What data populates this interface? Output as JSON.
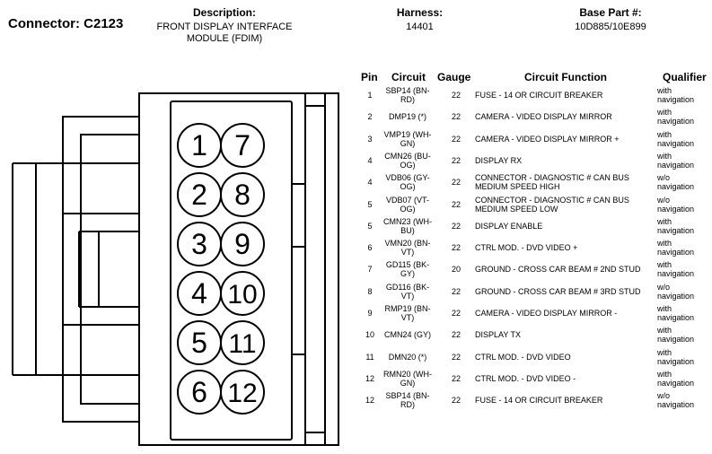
{
  "header": {
    "connector": "Connector: C2123",
    "description_label": "Description:",
    "description_value": "FRONT DISPLAY INTERFACE\nMODULE (FDIM)",
    "harness_label": "Harness:",
    "harness_value": "14401",
    "basepart_label": "Base Part #:",
    "basepart_value": "10D885/10E899"
  },
  "table": {
    "columns": {
      "pin": "Pin",
      "circuit": "Circuit",
      "gauge": "Gauge",
      "function": "Circuit Function",
      "qualifier": "Qualifier"
    },
    "rows": [
      {
        "pin": "1",
        "circuit": "SBP14 (BN-\nRD)",
        "gauge": "22",
        "function": "FUSE - 14 OR CIRCUIT BREAKER",
        "qualifier": "with\nnavigation"
      },
      {
        "pin": "2",
        "circuit": "DMP19 (*)",
        "gauge": "22",
        "function": "CAMERA - VIDEO DISPLAY MIRROR",
        "qualifier": "with\nnavigation"
      },
      {
        "pin": "3",
        "circuit": "VMP19 (WH-\nGN)",
        "gauge": "22",
        "function": "CAMERA - VIDEO DISPLAY MIRROR +",
        "qualifier": "with\nnavigation"
      },
      {
        "pin": "4",
        "circuit": "CMN26 (BU-\nOG)",
        "gauge": "22",
        "function": "DISPLAY RX",
        "qualifier": "with\nnavigation"
      },
      {
        "pin": "4",
        "circuit": "VDB06 (GY-\nOG)",
        "gauge": "22",
        "function": "CONNECTOR - DIAGNOSTIC # CAN BUS\nMEDIUM SPEED HIGH",
        "qualifier": "w/o\nnavigation"
      },
      {
        "pin": "5",
        "circuit": "VDB07 (VT-\nOG)",
        "gauge": "22",
        "function": "CONNECTOR - DIAGNOSTIC # CAN BUS\nMEDIUM SPEED LOW",
        "qualifier": "w/o\nnavigation"
      },
      {
        "pin": "5",
        "circuit": "CMN23 (WH-\nBU)",
        "gauge": "22",
        "function": "DISPLAY ENABLE",
        "qualifier": "with\nnavigation"
      },
      {
        "pin": "6",
        "circuit": "VMN20 (BN-\nVT)",
        "gauge": "22",
        "function": "CTRL MOD. - DVD VIDEO +",
        "qualifier": "with\nnavigation"
      },
      {
        "pin": "7",
        "circuit": "GD115 (BK-\nGY)",
        "gauge": "20",
        "function": "GROUND - CROSS CAR BEAM # 2ND STUD",
        "qualifier": "with\nnavigation"
      },
      {
        "pin": "8",
        "circuit": "GD116 (BK-\nVT)",
        "gauge": "22",
        "function": "GROUND - CROSS CAR BEAM # 3RD STUD",
        "qualifier": "w/o\nnavigation"
      },
      {
        "pin": "9",
        "circuit": "RMP19 (BN-\nVT)",
        "gauge": "22",
        "function": "CAMERA - VIDEO DISPLAY MIRROR -",
        "qualifier": "with\nnavigation"
      },
      {
        "pin": "10",
        "circuit": "CMN24 (GY)",
        "gauge": "22",
        "function": "DISPLAY TX",
        "qualifier": "with\nnavigation"
      },
      {
        "pin": "11",
        "circuit": "DMN20 (*)",
        "gauge": "22",
        "function": "CTRL MOD. - DVD VIDEO",
        "qualifier": "with\nnavigation"
      },
      {
        "pin": "12",
        "circuit": "RMN20 (WH-\nGN)",
        "gauge": "22",
        "function": "CTRL MOD. - DVD VIDEO -",
        "qualifier": "with\nnavigation"
      },
      {
        "pin": "12",
        "circuit": "SBP14 (BN-\nRD)",
        "gauge": "22",
        "function": "FUSE - 14 OR CIRCUIT BREAKER",
        "qualifier": "w/o\nnavigation"
      }
    ]
  },
  "diagram": {
    "pins_left": [
      "1",
      "2",
      "3",
      "4",
      "5",
      "6"
    ],
    "pins_right": [
      "7",
      "8",
      "9",
      "10",
      "11",
      "12"
    ]
  }
}
